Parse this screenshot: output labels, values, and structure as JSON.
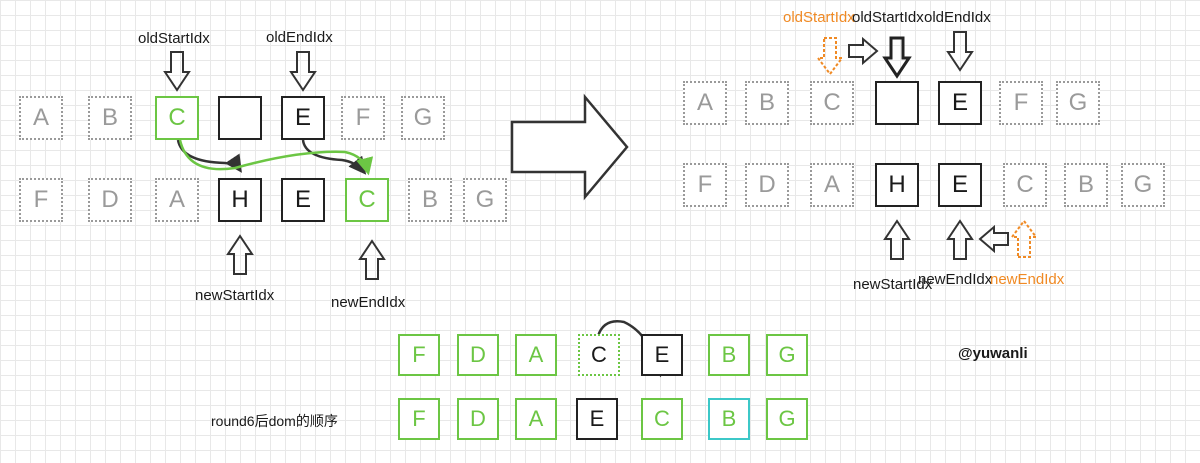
{
  "colors": {
    "solid": "#222222",
    "ghost": "#9a9a9a",
    "green": "#6cc644",
    "cyan": "#3cc8c8",
    "orange": "#f08a24"
  },
  "left": {
    "old_row": [
      "A",
      "B",
      "C",
      "",
      "E",
      "F",
      "G"
    ],
    "new_row": [
      "F",
      "D",
      "A",
      "H",
      "E",
      "C",
      "B",
      "G"
    ],
    "labels": {
      "old_start": "oldStartIdx",
      "old_end": "oldEndIdx",
      "new_start": "newStartIdx",
      "new_end": "newEndIdx"
    }
  },
  "right": {
    "old_row": [
      "A",
      "B",
      "C",
      "",
      "E",
      "F",
      "G"
    ],
    "new_row": [
      "F",
      "D",
      "A",
      "H",
      "E",
      "C",
      "B",
      "G"
    ],
    "labels": {
      "old_start_prev": "oldStartIdx",
      "old_start": "oldStartIdx",
      "old_end": "oldEndIdx",
      "new_start": "newStartIdx",
      "new_end": "newEndIdx",
      "new_end_prev": "newEndIdx"
    }
  },
  "bottom": {
    "row_before": [
      "F",
      "D",
      "A",
      "C",
      "E",
      "B",
      "G"
    ],
    "row_after": [
      "F",
      "D",
      "A",
      "E",
      "C",
      "B",
      "G"
    ],
    "caption": "round6后dom的顺序"
  },
  "watermark": "@yuwanli"
}
